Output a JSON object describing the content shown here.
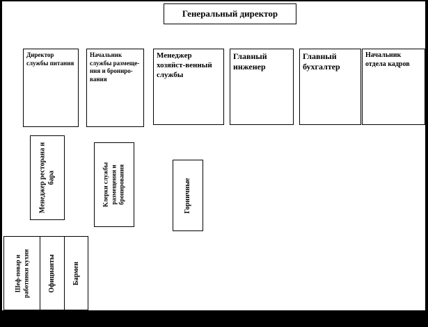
{
  "org": {
    "root": {
      "label": "Генеральный директор"
    },
    "level2": [
      {
        "label": "Директор службы питания"
      },
      {
        "label": "Начальник службы размеще-ния и брониро-вания"
      },
      {
        "label": "Менеджер хозяйст-венный службы"
      },
      {
        "label": "Главный инженер"
      },
      {
        "label": "Главный бухгалтер"
      },
      {
        "label": "Начальник отдела кадров"
      }
    ],
    "level3": [
      {
        "label": "Менеджер ресторана и бара"
      },
      {
        "label": "Клерки службы размещения и бронирования"
      },
      {
        "label": "Горничные"
      }
    ],
    "level4": [
      {
        "label": "Шеф-повар и работники кухни"
      },
      {
        "label": "Официанты"
      },
      {
        "label": "Бармен"
      }
    ]
  },
  "colors": {
    "background": "#000000",
    "page": "#ffffff",
    "border": "#000000",
    "text": "#000000"
  }
}
